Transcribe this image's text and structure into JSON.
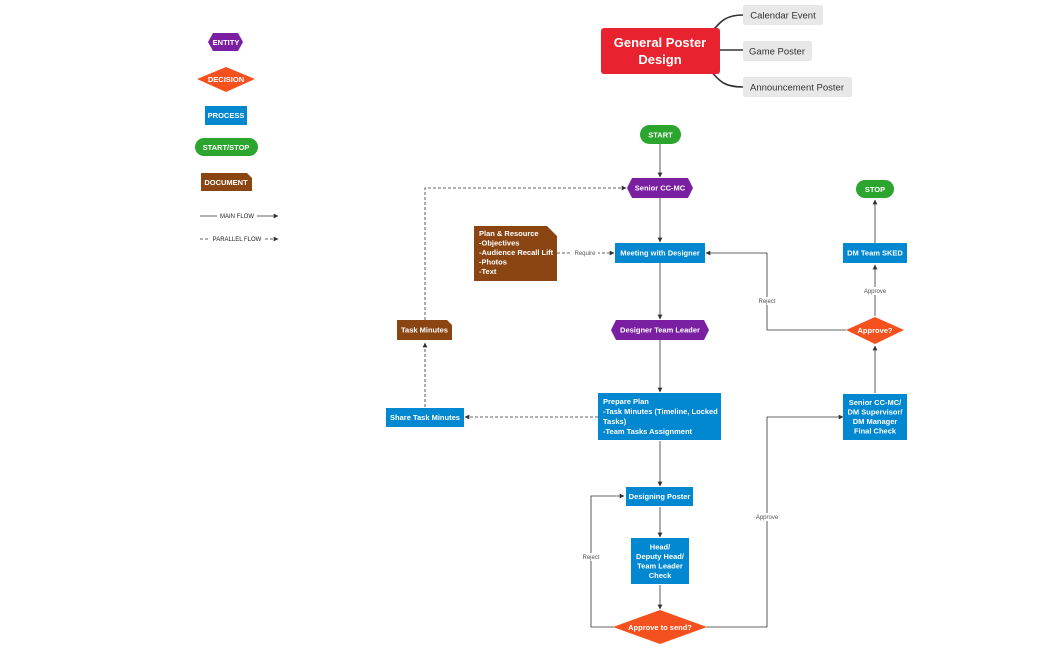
{
  "legend": {
    "entity": "ENTITY",
    "decision": "DECISION",
    "process": "PROCESS",
    "start_stop": "START/STOP",
    "document": "DOCUMENT",
    "main_flow": "MAIN FLOW",
    "parallel_flow": "PARALLEL FLOW"
  },
  "mindmap": {
    "central": [
      "General Poster",
      "Design"
    ],
    "topics": [
      "Calendar Event",
      "Game Poster",
      "Announcement Poster"
    ]
  },
  "flowchart": {
    "start": "START",
    "stop": "STOP",
    "senior_cc_mc": "Senior CC-MC",
    "meeting": "Meeting with Designer",
    "plan_resource": [
      "Plan & Resource",
      "-Objectives",
      "-Audience Recall Lift",
      "-Photos",
      "-Text"
    ],
    "require": "Require",
    "designer_team_leader": "Designer Team Leader",
    "prepare_plan": [
      "Prepare Plan",
      "-Task Minutes (Timeline, Locked",
      "Tasks)",
      "-Team Tasks Assignment"
    ],
    "share_task_minutes": "Share Task Minutes",
    "task_minutes": "Task Minutes",
    "designing_poster": "Designing Poster",
    "head_check": [
      "Head/",
      "Deputy Head/",
      "Team Leader",
      "Check"
    ],
    "approve_to_send": "Approve to send?",
    "reject_low": "Reject",
    "approve_low": "Approve",
    "final_check": [
      "Senior CC-MC/",
      "DM Supervisor/",
      "DM Manager",
      "Final Check"
    ],
    "approve_q": "Approve?",
    "reject_high": "Reject",
    "approve_high": "Approve",
    "dm_team_sked": "DM Team SKED"
  },
  "colors": {
    "entity": "#7B1FA2",
    "decision": "#F4511E",
    "process": "#0288D1",
    "start_stop": "#2BA52E",
    "document": "#8B4513",
    "central": "#E8222E",
    "topic_bg": "#E8E8E8",
    "line": "#333333"
  }
}
